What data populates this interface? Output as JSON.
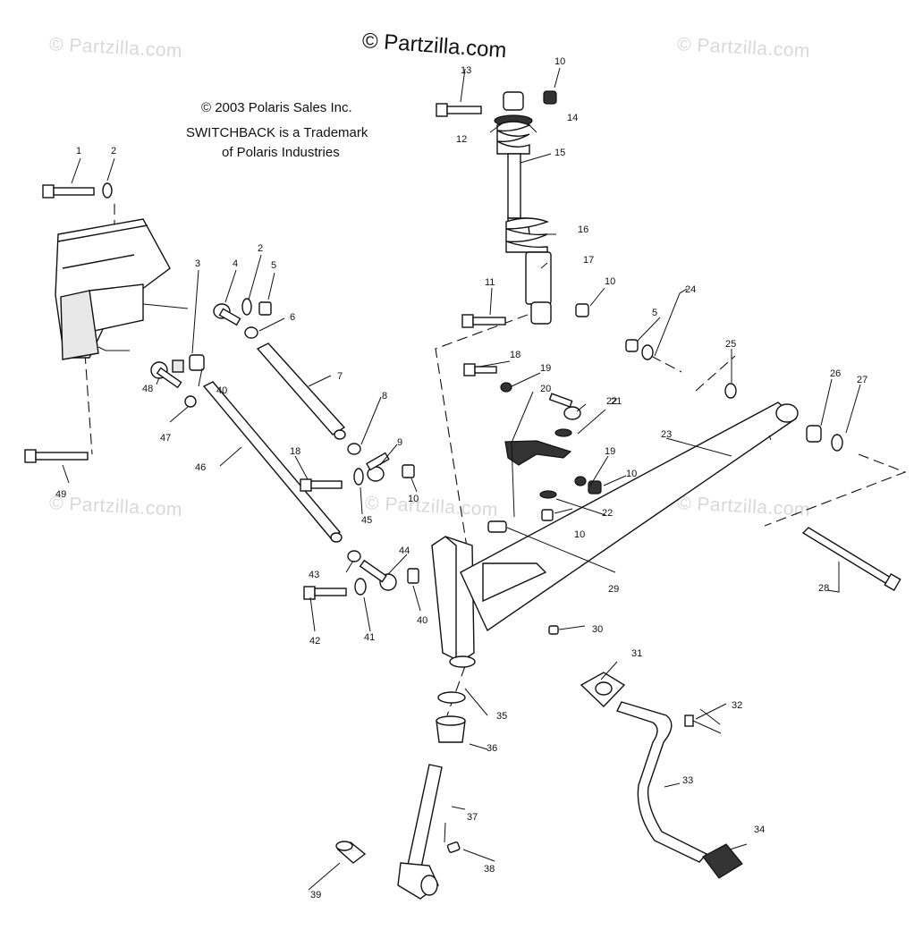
{
  "watermarks": [
    "© Partzilla.com",
    "© Partzilla.com",
    "© Partzilla.com",
    "© Partzilla.com",
    "© Partzilla.com"
  ],
  "site_label": "© Partzilla.com",
  "copyright": "© 2003 Polaris Sales Inc.",
  "trademark_line1": "SWITCHBACK is a Trademark",
  "trademark_line2": "of Polaris Industries",
  "callouts": [
    {
      "id": "1",
      "label": "1"
    },
    {
      "id": "2a",
      "label": "2"
    },
    {
      "id": "2b",
      "label": "2"
    },
    {
      "id": "3",
      "label": "3"
    },
    {
      "id": "4",
      "label": "4"
    },
    {
      "id": "5a",
      "label": "5"
    },
    {
      "id": "5b",
      "label": "5"
    },
    {
      "id": "6",
      "label": "6"
    },
    {
      "id": "7",
      "label": "7"
    },
    {
      "id": "8",
      "label": "8"
    },
    {
      "id": "9",
      "label": "9"
    },
    {
      "id": "10a",
      "label": "10"
    },
    {
      "id": "10b",
      "label": "10"
    },
    {
      "id": "10c",
      "label": "10"
    },
    {
      "id": "10d",
      "label": "10"
    },
    {
      "id": "10e",
      "label": "10"
    },
    {
      "id": "11",
      "label": "11"
    },
    {
      "id": "12",
      "label": "12"
    },
    {
      "id": "13",
      "label": "13"
    },
    {
      "id": "14",
      "label": "14"
    },
    {
      "id": "15",
      "label": "15"
    },
    {
      "id": "16",
      "label": "16"
    },
    {
      "id": "17",
      "label": "17"
    },
    {
      "id": "18a",
      "label": "18"
    },
    {
      "id": "18b",
      "label": "18"
    },
    {
      "id": "19a",
      "label": "19"
    },
    {
      "id": "19b",
      "label": "19"
    },
    {
      "id": "20",
      "label": "20"
    },
    {
      "id": "21",
      "label": "21"
    },
    {
      "id": "22a",
      "label": "22"
    },
    {
      "id": "22b",
      "label": "22"
    },
    {
      "id": "23",
      "label": "23"
    },
    {
      "id": "24",
      "label": "24"
    },
    {
      "id": "25",
      "label": "25"
    },
    {
      "id": "26",
      "label": "26"
    },
    {
      "id": "27",
      "label": "27"
    },
    {
      "id": "28",
      "label": "28"
    },
    {
      "id": "29",
      "label": "29"
    },
    {
      "id": "30",
      "label": "30"
    },
    {
      "id": "31",
      "label": "31"
    },
    {
      "id": "32",
      "label": "32"
    },
    {
      "id": "33",
      "label": "33"
    },
    {
      "id": "34",
      "label": "34"
    },
    {
      "id": "35",
      "label": "35"
    },
    {
      "id": "36",
      "label": "36"
    },
    {
      "id": "37",
      "label": "37"
    },
    {
      "id": "38",
      "label": "38"
    },
    {
      "id": "39",
      "label": "39"
    },
    {
      "id": "40a",
      "label": "40"
    },
    {
      "id": "40b",
      "label": "40"
    },
    {
      "id": "41",
      "label": "41"
    },
    {
      "id": "42",
      "label": "42"
    },
    {
      "id": "43",
      "label": "43"
    },
    {
      "id": "44",
      "label": "44"
    },
    {
      "id": "45",
      "label": "45"
    },
    {
      "id": "46",
      "label": "46"
    },
    {
      "id": "47",
      "label": "47"
    },
    {
      "id": "48",
      "label": "48"
    },
    {
      "id": "49",
      "label": "49"
    }
  ]
}
